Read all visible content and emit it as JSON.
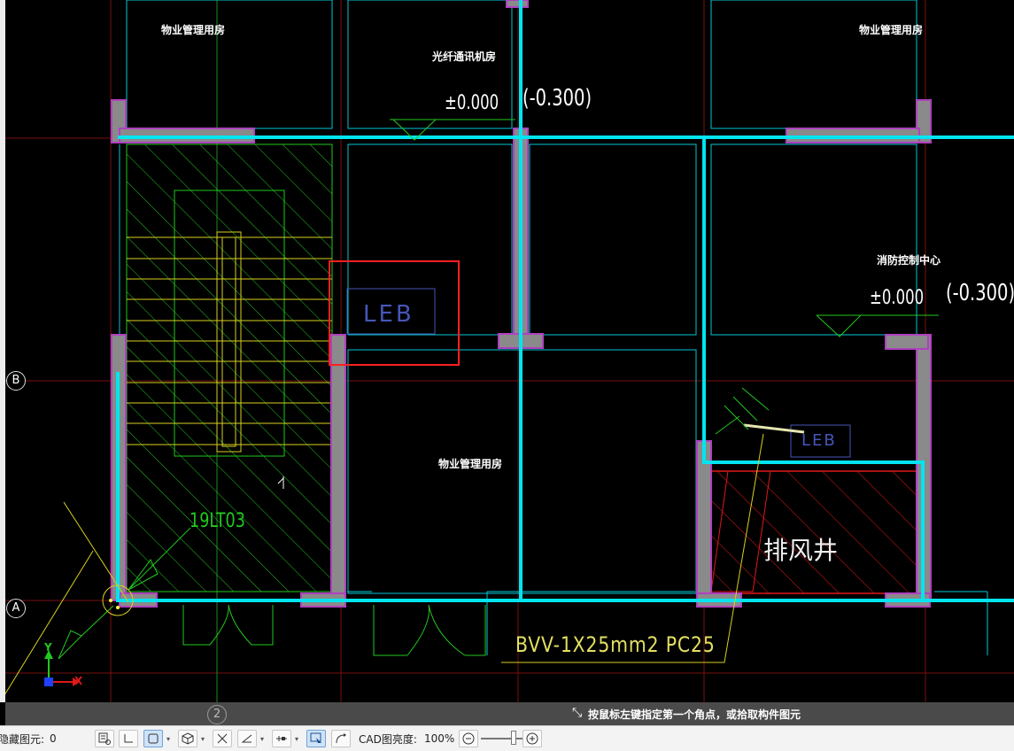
{
  "drawing": {
    "rooms": [
      {
        "label": "物业管理用房"
      },
      {
        "label": "光纤通讯机房"
      },
      {
        "label": "物业管理用房"
      },
      {
        "label": "消防控制中心"
      },
      {
        "label": "物业管理用房"
      }
    ],
    "elevations": [
      {
        "level": "±0.000",
        "offset": "(-0.300)"
      },
      {
        "level": "±0.000",
        "offset": "(-0.300)"
      }
    ],
    "stair_label": "19LT03",
    "leb_label": "LEB",
    "leb_label_small": "LEB",
    "shaft_label": "排风井",
    "cable_label": "BVV-1X25mm2 PC25",
    "axes": {
      "row_b": "B",
      "row_a": "A",
      "col_2": "2"
    },
    "ucs": {
      "x": "X",
      "y": "Y"
    },
    "colors": {
      "wall_cyan": "#00e5f0",
      "column_gray": "#8a8a8a",
      "column_magenta": "#b040c0",
      "hatch_green": "#22c81e",
      "hatch_red": "#e01818",
      "axis_red": "#7a1010",
      "selection_red": "#ff2020",
      "leb_blue": "#4656b8"
    }
  },
  "hint_bar": {
    "icon": "pick-corner-icon",
    "text": "按鼠标左键指定第一个角点，或拾取构件图元"
  },
  "status_bar": {
    "hidden_label": "隐藏图元:",
    "hidden_count": "0",
    "cad_brightness_label": "CAD图亮度:",
    "cad_brightness_value": "100%",
    "zoom_out_icon": "minus-circle-icon",
    "zoom_in_icon": "plus-circle-icon",
    "brightness_level": 0.7
  }
}
